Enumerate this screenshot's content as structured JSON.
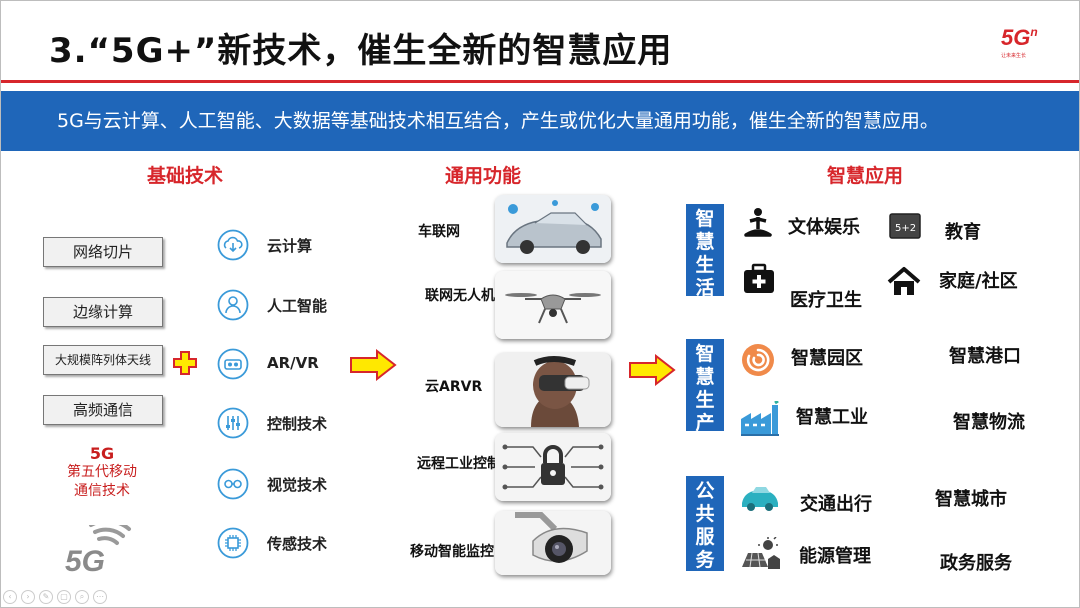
{
  "title": "3.“5G+”新技术，催生全新的智慧应用",
  "logo": {
    "text": "5G",
    "superscript": "n",
    "tagline": "让未来生长"
  },
  "banner": "5G与云计算、人工智能、大数据等基础技术相互结合，产生或优化大量通用功能，催生全新的智慧应用。",
  "columns": {
    "left": "基础技术",
    "middle": "通用功能",
    "right": "智慧应用"
  },
  "tech_5g": {
    "boxes": [
      "网络切片",
      "边缘计算",
      "大规模阵列体天线",
      "高频通信"
    ],
    "heading": "5G",
    "caption_line1": "第五代移动",
    "caption_line2": "通信技术",
    "logo_text": "5G"
  },
  "base_techs": [
    {
      "label": "云计算",
      "icon": "cloud-download-icon"
    },
    {
      "label": "人工智能",
      "icon": "person-icon"
    },
    {
      "label": "AR/VR",
      "icon": "vr-headset-icon"
    },
    {
      "label": "控制技术",
      "icon": "sliders-icon"
    },
    {
      "label": "视觉技术",
      "icon": "glasses-icon"
    },
    {
      "label": "传感技术",
      "icon": "chip-icon"
    }
  ],
  "functions": [
    {
      "label": "车联网",
      "icon": "connected-car-image"
    },
    {
      "label": "联网无人机",
      "icon": "drone-image"
    },
    {
      "label": "云ARVR",
      "icon": "vr-user-image"
    },
    {
      "label": "远程工业控制",
      "icon": "circuit-lock-image"
    },
    {
      "label": "移动智能监控",
      "icon": "security-camera-image"
    }
  ],
  "applications": {
    "life": {
      "title": "智慧生活",
      "items": [
        "文体娱乐",
        "教育",
        "医疗卫生",
        "家庭/社区"
      ]
    },
    "production": {
      "title": "智慧生产",
      "items": [
        "智慧园区",
        "智慧港口",
        "智慧工业",
        "智慧物流"
      ]
    },
    "public": {
      "title": "公共服务",
      "items": [
        "交通出行",
        "智慧城市",
        "能源管理",
        "政务服务"
      ]
    }
  },
  "colors": {
    "brand_red": "#d7262b",
    "banner_blue": "#1f66b9",
    "icon_blue": "#3a9ad9",
    "arrow_yellow": "#ffe800"
  }
}
